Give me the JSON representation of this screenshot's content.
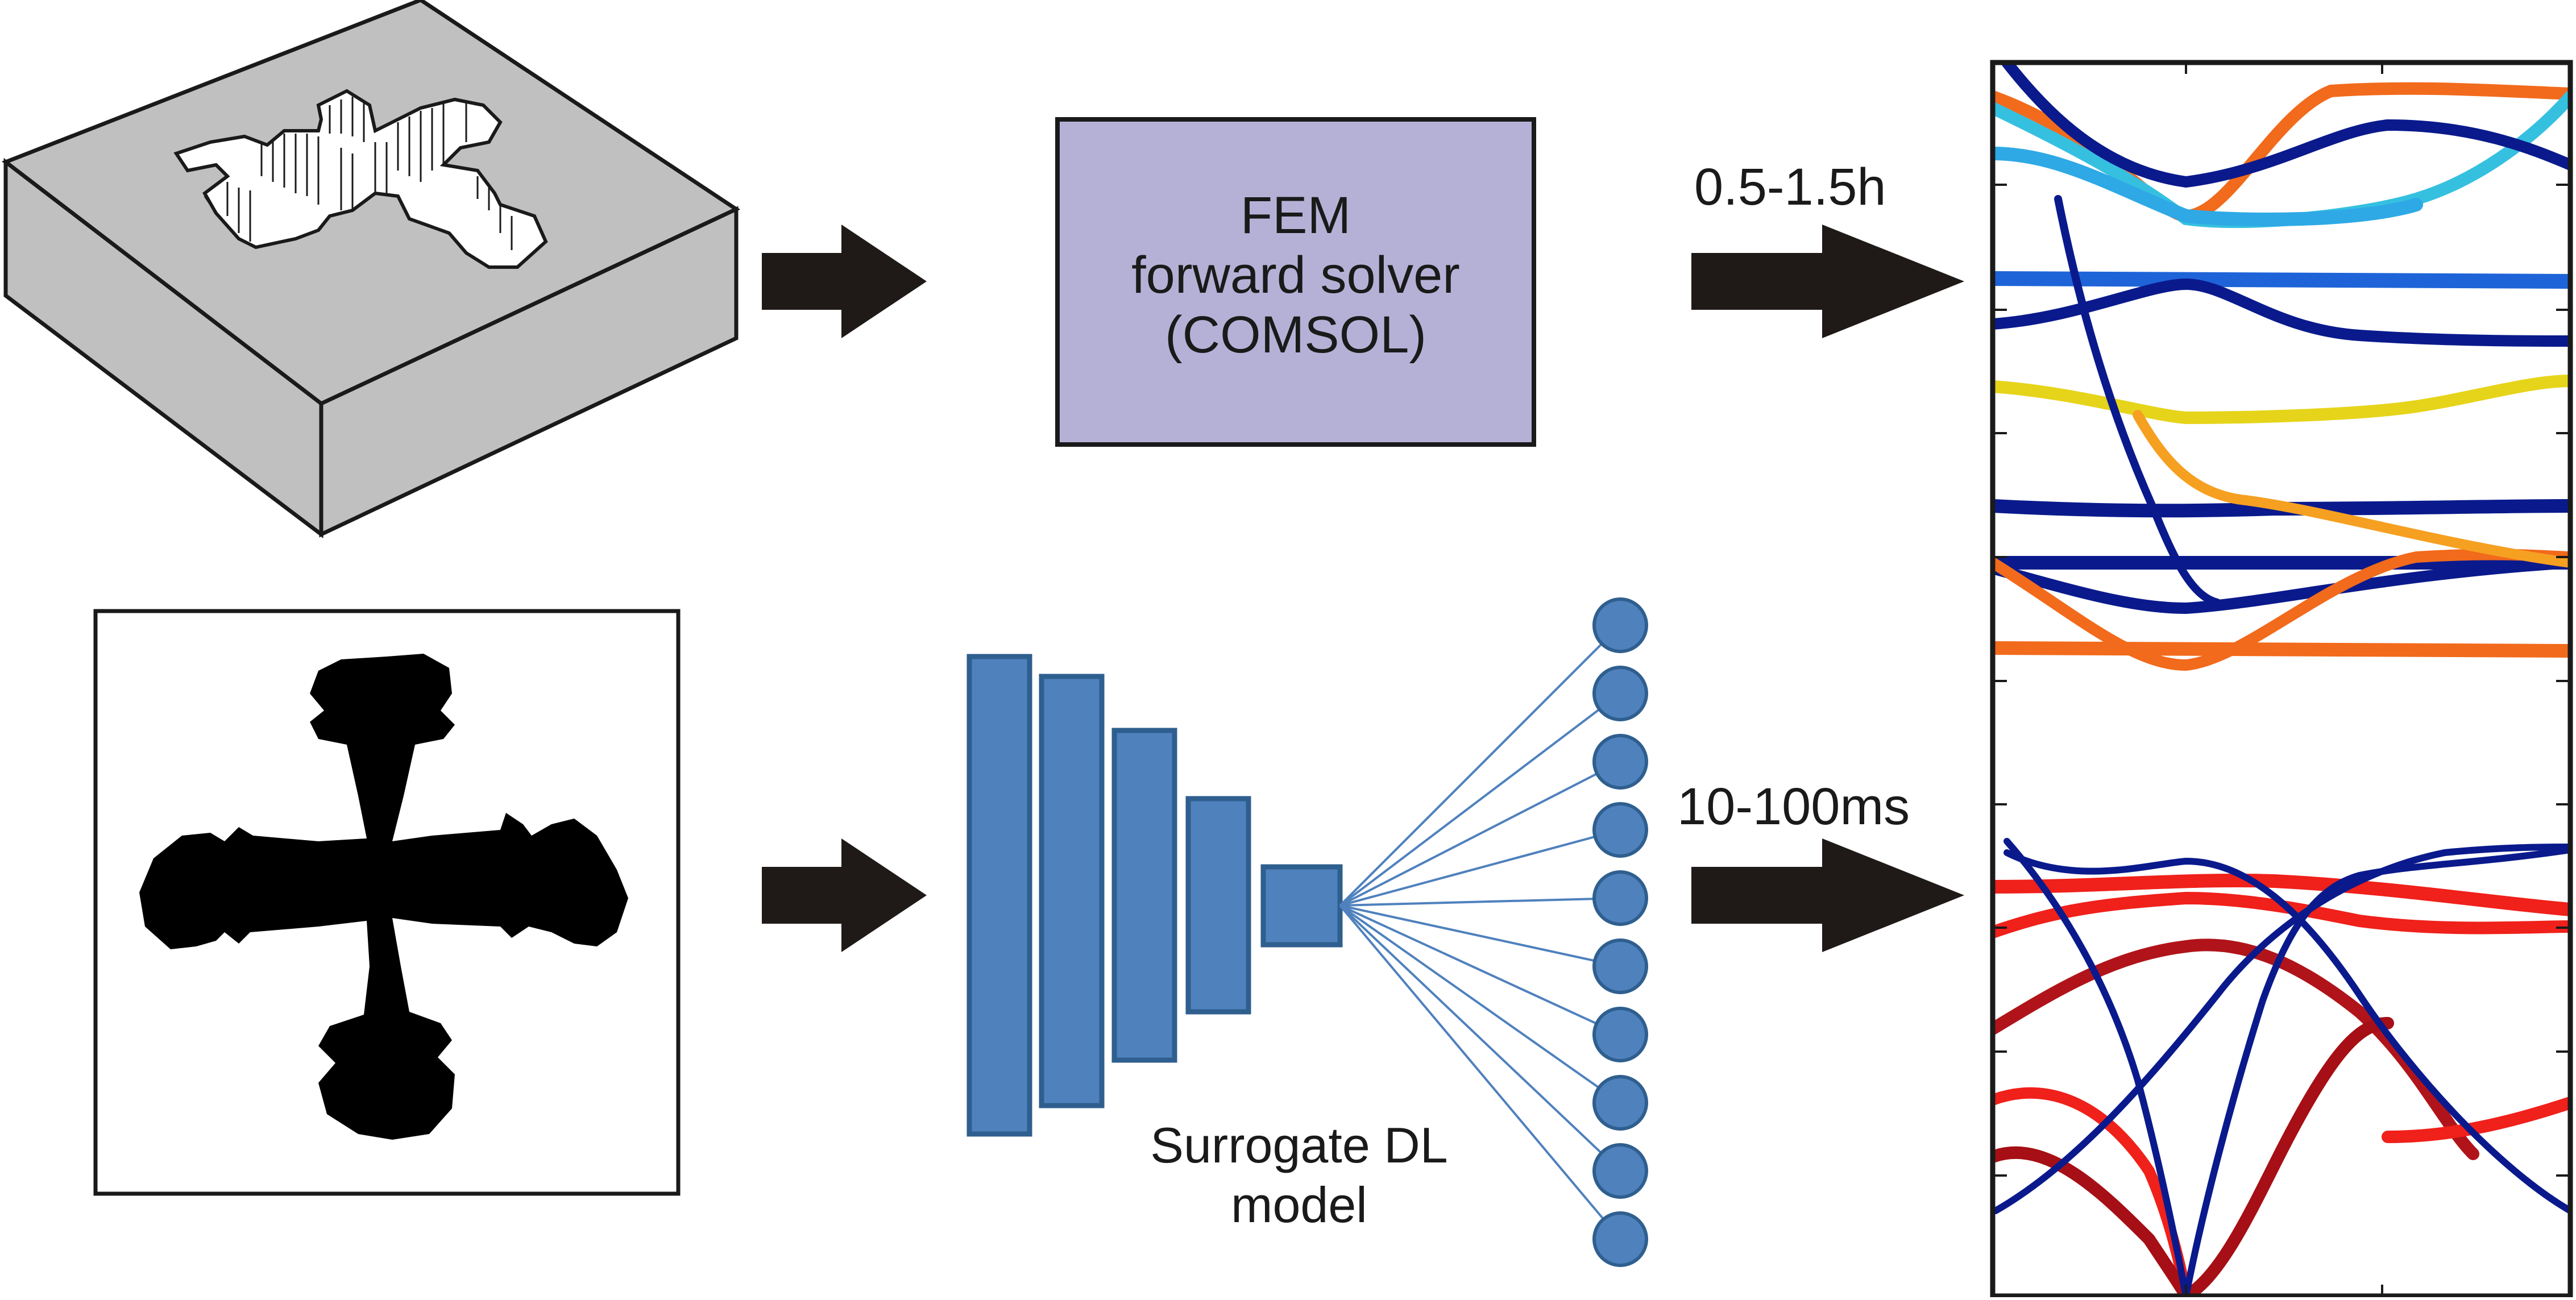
{
  "fem_box": {
    "line1": "FEM",
    "line2": "forward solver",
    "line3": "(COMSOL)",
    "fill": "#b5b1d6"
  },
  "timing": {
    "fem_time": "0.5-1.5h",
    "dl_time": "10-100ms"
  },
  "dl_model": {
    "label_line1": "Surrogate DL",
    "label_line2": "model",
    "fill": "#4f81bd",
    "stroke": "#2f5f8f"
  },
  "colors": {
    "arrow": "#1f1a17",
    "slab_face": "#c0c0c0",
    "dark_band": "#0a1a8c"
  }
}
